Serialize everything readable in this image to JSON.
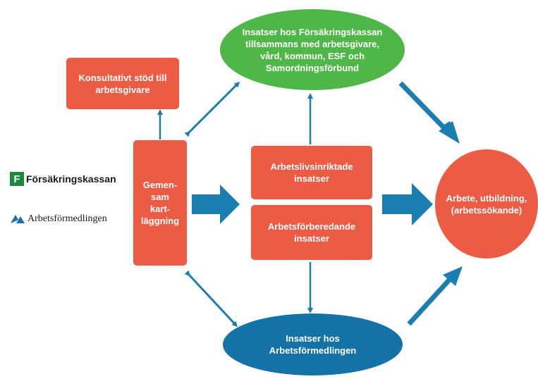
{
  "diagram": {
    "nodes": {
      "konsultativt": "Konsultativt stöd till\narbetsgivare",
      "forsakringskassan_insatser": "Insatser hos Försäkringskassan\ntillsammans med arbetsgivare,\nvård, kommun, ESF och\nSamordningsförbund",
      "gemensam": "Gemen-\nsam\nkart-\nläggning",
      "arbetslivsinriktade": "Arbetslivsinriktade\ninsatser",
      "arbetsforberedande": "Arbetsförberedande\ninsatser",
      "arbetsformedlingen_insatser": "Insatser hos\nArbetsförmedlingen",
      "arbete": "Arbete, utbildning,\n(arbetssökande)"
    },
    "logos": {
      "forsakringskassan": "Försäkringskassan",
      "arbetsformedlingen": "Arbetsförmedlingen"
    },
    "colors": {
      "box": "#ec5b43",
      "green": "#4fb748",
      "blue": "#1472a7",
      "arrow": "#1a7fb0"
    }
  }
}
